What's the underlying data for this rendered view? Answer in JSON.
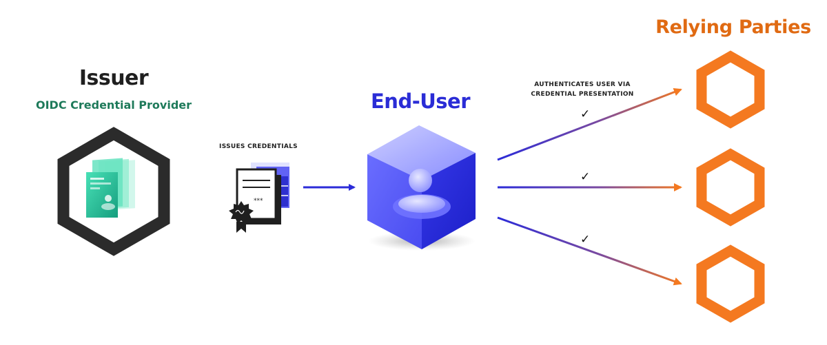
{
  "issuer": {
    "title": "Issuer",
    "subtitle": "OIDC Credential Provider",
    "hex_color": "#2b2b2b",
    "accent_color": "#3fd6ad"
  },
  "issue_step": {
    "label": "ISSUES CREDENTIALS",
    "icon": "credential-certificate-icon"
  },
  "end_user": {
    "title": "End-User",
    "color": "#2a2cd6",
    "icon": "user-cube-icon"
  },
  "presentation": {
    "label_line1": "AUTHENTICATES USER VIA",
    "label_line2": "CREDENTIAL PRESENTATION",
    "check_mark": "✓"
  },
  "relying_parties": {
    "title": "Relying Parties",
    "color": "#f47920",
    "count": 3
  }
}
